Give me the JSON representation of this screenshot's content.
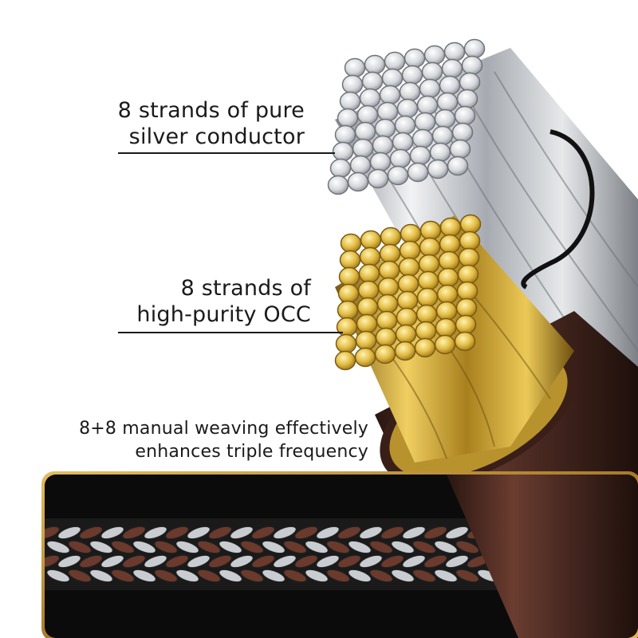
{
  "labels": {
    "silver_line1": "8 strands of pure",
    "silver_line2": "silver conductor",
    "occ_line1": "8 strands of",
    "occ_line2": "high-purity OCC",
    "weave_line1": "8+8 manual weaving effectively",
    "weave_line2": "enhances triple frequency"
  },
  "colors": {
    "background": "#ffffff",
    "text": "#1a1a1a",
    "silver": "#c9ccd0",
    "gold": "#d9b23a",
    "jacket_brown": "#4a2a22",
    "panel_frame": "#c79a3a",
    "panel_bg": "#0b0b0b"
  },
  "icons": {
    "silver_bundle": "silver-strand-bundle-icon",
    "gold_bundle": "gold-strand-bundle-icon",
    "cable_jacket": "brown-cable-jacket-icon",
    "braid": "braided-cable-icon"
  }
}
